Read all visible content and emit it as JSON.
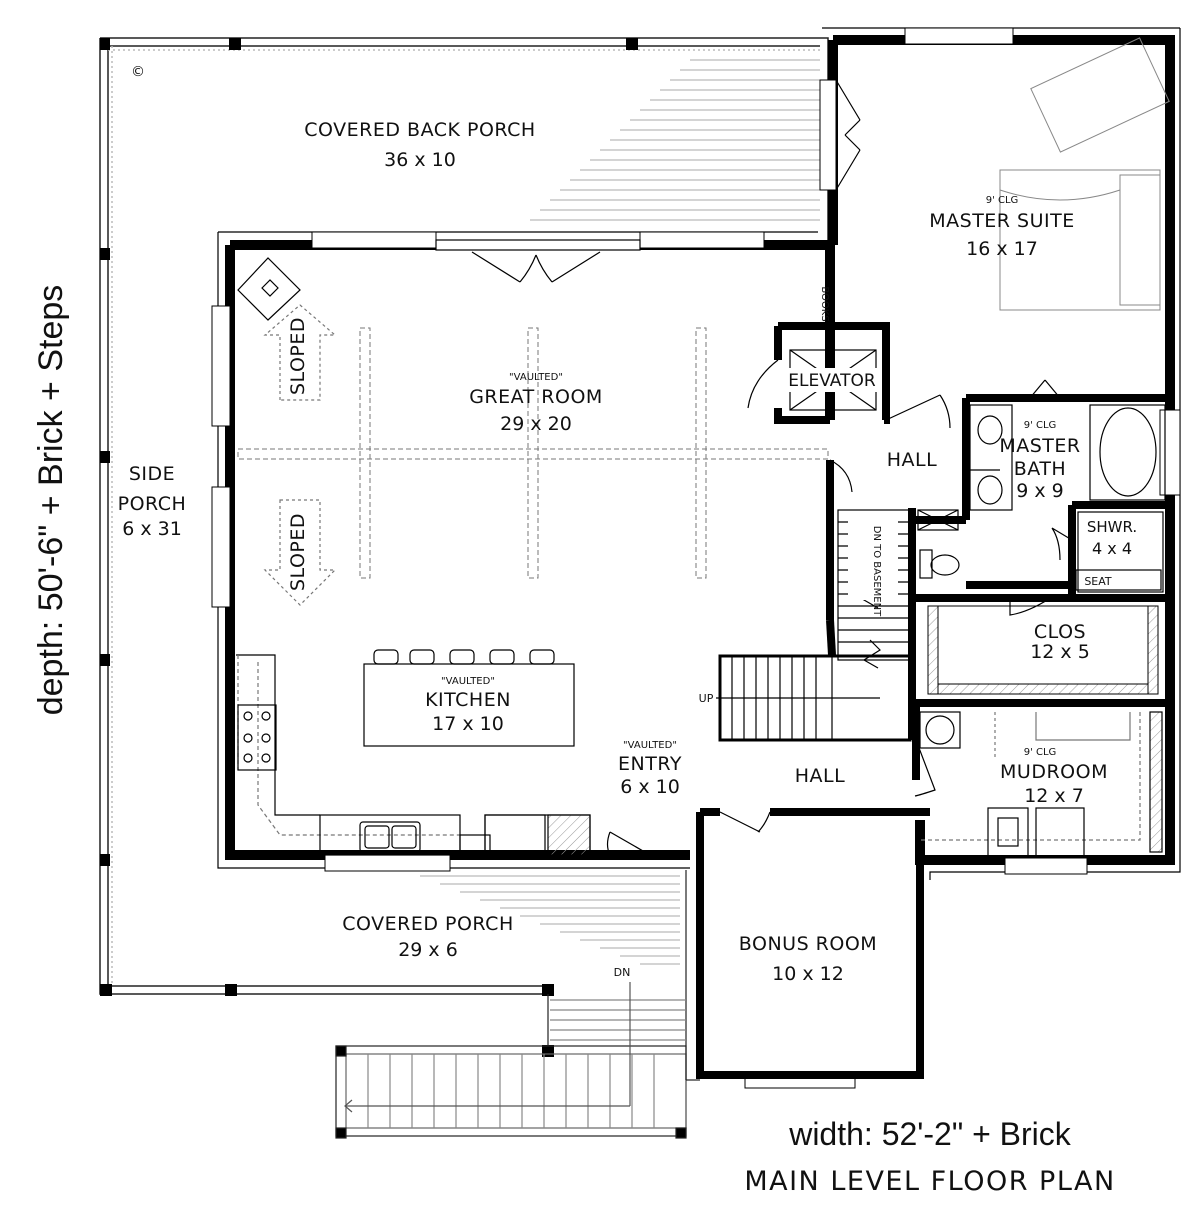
{
  "copyright": "©",
  "rooms": {
    "back_porch": {
      "name": "COVERED BACK PORCH",
      "size": "36 x 10"
    },
    "master_suite": {
      "note": "9' CLG",
      "name": "MASTER SUITE",
      "size": "16 x 17"
    },
    "great_room": {
      "note": "\"VAULTED\"",
      "name": "GREAT ROOM",
      "size": "29 x 20"
    },
    "side_porch": {
      "name1": "SIDE",
      "name2": "PORCH",
      "size": "6 x 31"
    },
    "kitchen": {
      "note": "\"VAULTED\"",
      "name": "KITCHEN",
      "size": "17 x 10"
    },
    "entry": {
      "note": "\"VAULTED\"",
      "name": "ENTRY",
      "size": "6 x 10"
    },
    "master_bath": {
      "note": "9' CLG",
      "name1": "MASTER",
      "name2": "BATH",
      "size": "9 x 9"
    },
    "shower": {
      "name": "SHWR.",
      "size": "4 x 4",
      "seat": "SEAT"
    },
    "closet": {
      "name": "CLOS",
      "size": "12 x 5"
    },
    "mudroom": {
      "note": "9' CLG",
      "name": "MUDROOM",
      "size": "12 x 7"
    },
    "bonus": {
      "name": "BONUS ROOM",
      "size": "10 x 12"
    },
    "front_porch": {
      "name": "COVERED PORCH",
      "size": "29 x 6"
    }
  },
  "labels": {
    "elevator": "ELEVATOR",
    "hall_upper": "HALL",
    "hall_lower": "HALL",
    "books": "BOOKS",
    "sloped_top": "SLOPED",
    "sloped_bottom": "SLOPED",
    "dn_to_basement": "DN TO BASEMENT",
    "up": "UP",
    "dn": "DN"
  },
  "dimensions": {
    "depth": "depth: 50'-6\" + Brick + Steps",
    "width": "width: 52'-2\" + Brick"
  },
  "plan_title": "MAIN LEVEL FLOOR PLAN",
  "colors": {
    "wall": "#000000",
    "ink": "#111111",
    "hatch": "#9a9a9a"
  }
}
